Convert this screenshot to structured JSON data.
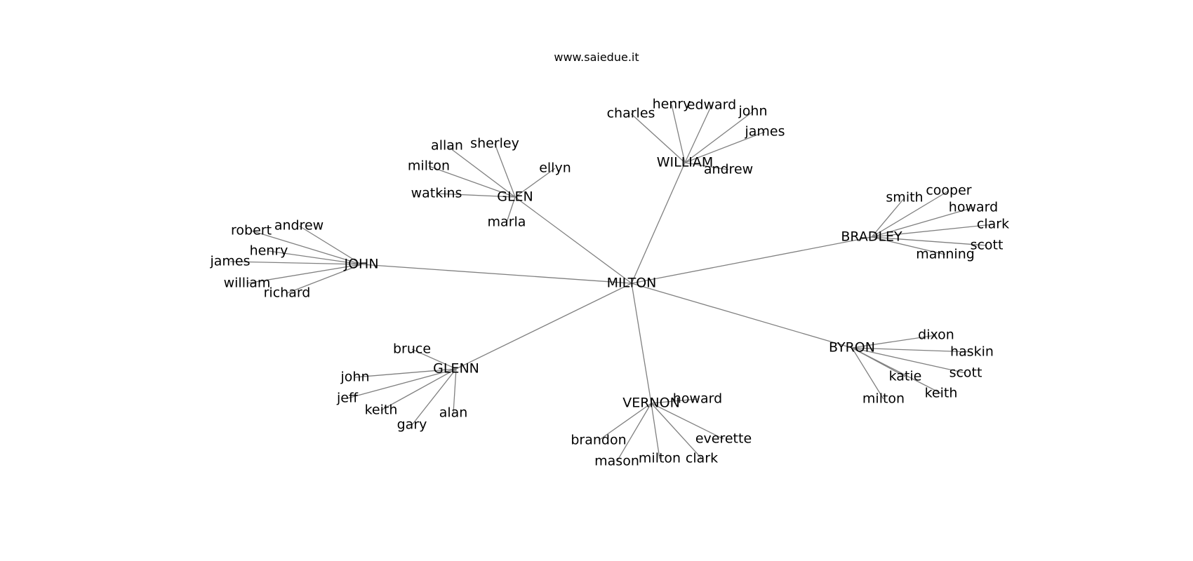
{
  "title": "www.saiedue.it",
  "graph": {
    "root": "MILTON",
    "groups": [
      {
        "hub": "WILLIAM",
        "leaves": [
          "charles",
          "henry",
          "edward",
          "john",
          "james",
          "andrew"
        ]
      },
      {
        "hub": "GLEN",
        "leaves": [
          "allan",
          "sherley",
          "ellyn",
          "milton",
          "watkins",
          "marla"
        ]
      },
      {
        "hub": "BRADLEY",
        "leaves": [
          "smith",
          "cooper",
          "howard",
          "clark",
          "scott",
          "manning"
        ]
      },
      {
        "hub": "JOHN",
        "leaves": [
          "robert",
          "andrew",
          "henry",
          "james",
          "william",
          "richard"
        ]
      },
      {
        "hub": "GLENN",
        "leaves": [
          "bruce",
          "john",
          "jeff",
          "keith",
          "gary",
          "alan"
        ]
      },
      {
        "hub": "VERNON",
        "leaves": [
          "howard",
          "brandon",
          "mason",
          "milton",
          "clark",
          "everette"
        ]
      },
      {
        "hub": "BYRON",
        "leaves": [
          "dixon",
          "haskin",
          "scott",
          "katie",
          "keith",
          "milton"
        ]
      }
    ]
  }
}
